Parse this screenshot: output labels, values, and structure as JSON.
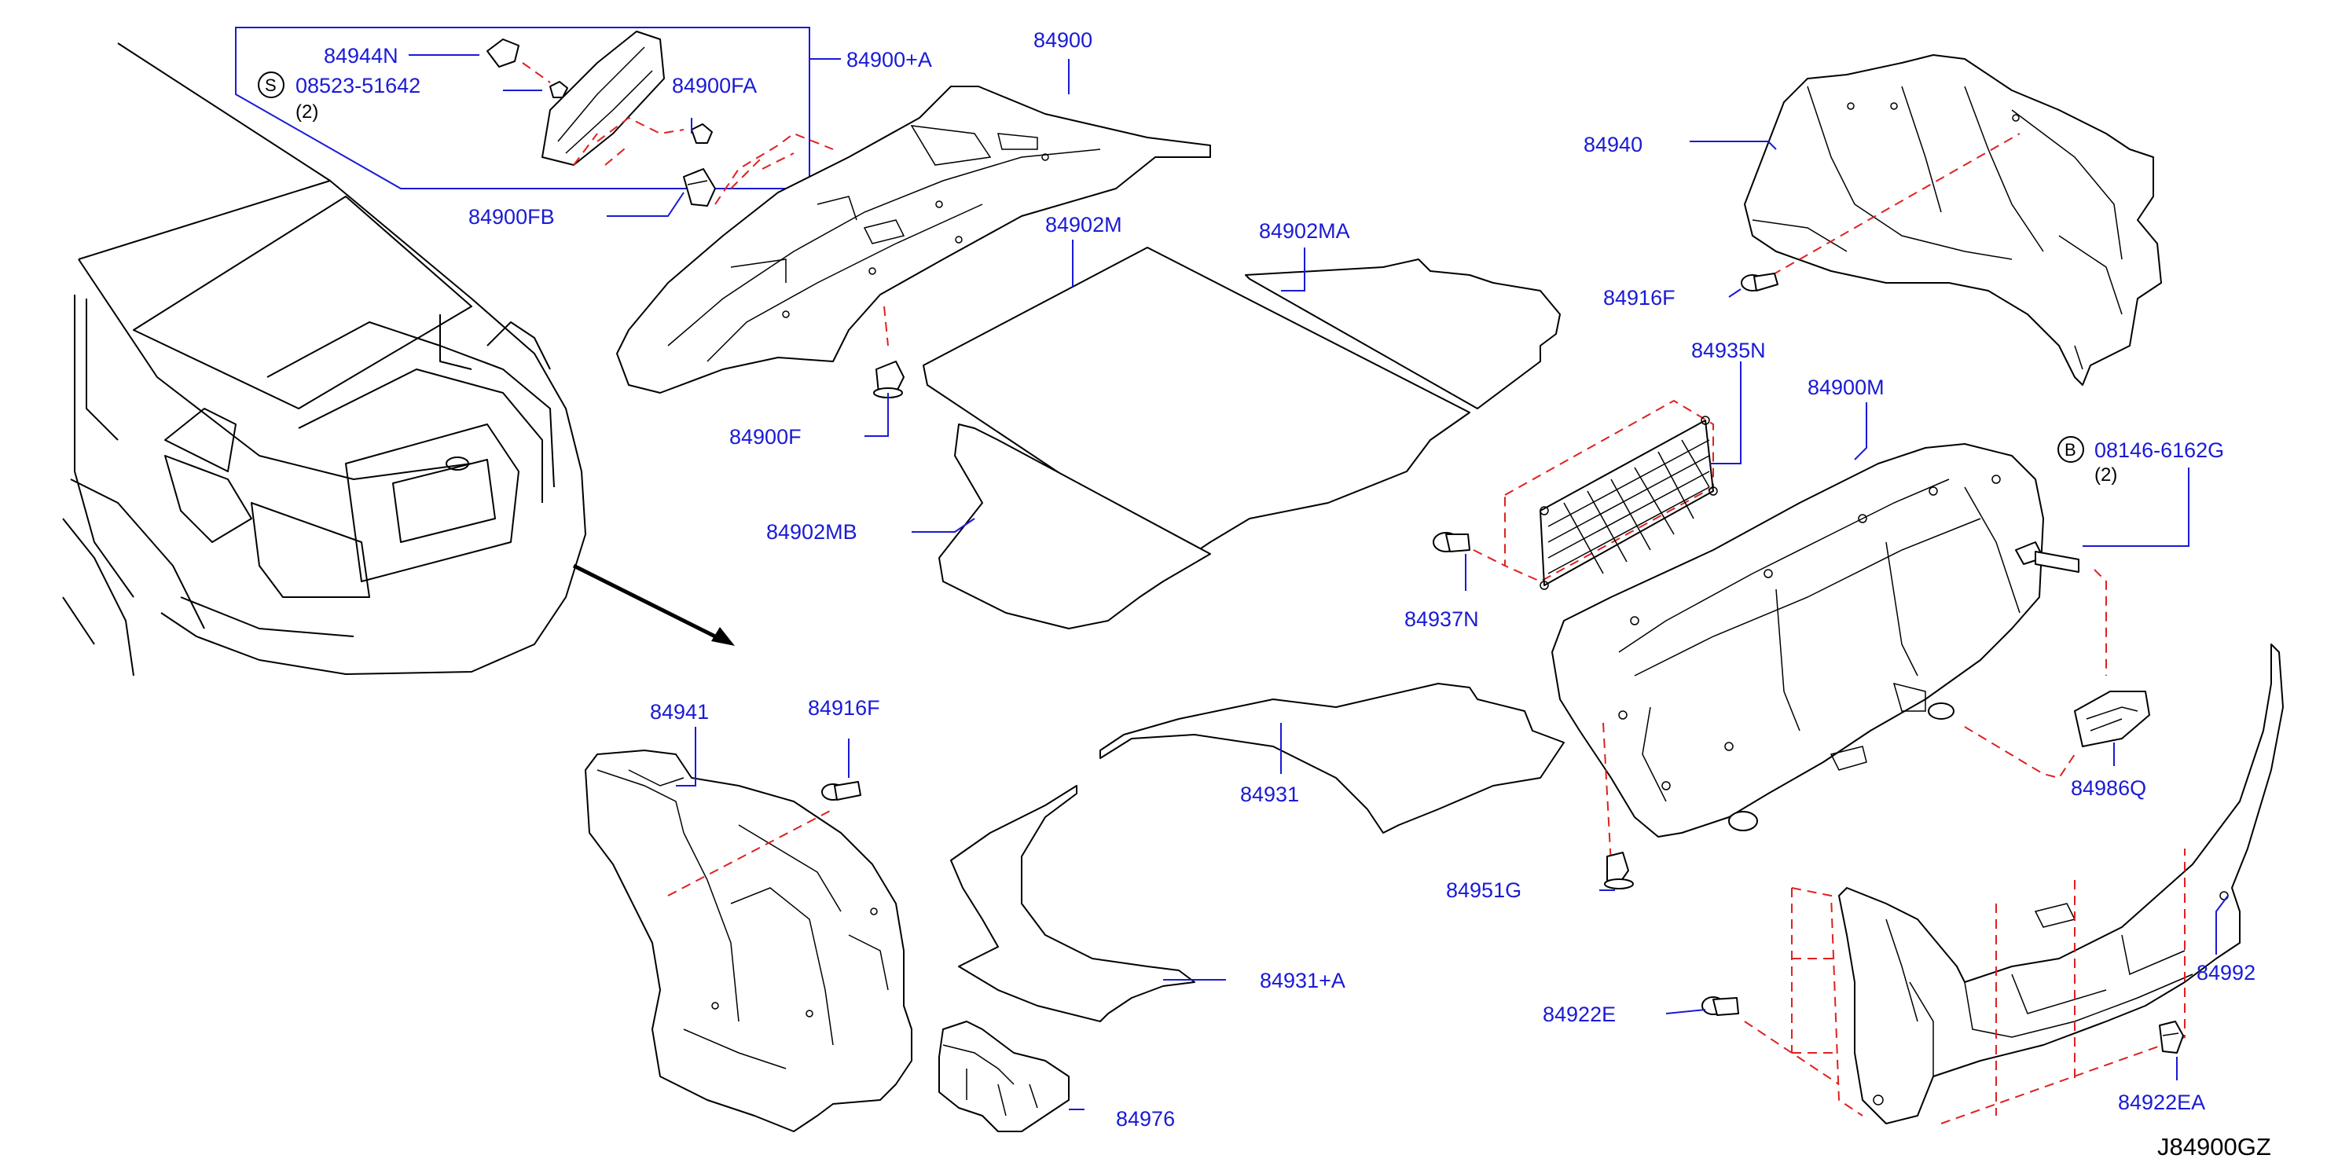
{
  "labels": {
    "p84944N": "84944N",
    "p08523": "08523-51642",
    "p08523_qty": "(2)",
    "p84900FA": "84900FA",
    "p84900A": "84900+A",
    "p84900": "84900",
    "p84900FB": "84900FB",
    "p84902M": "84902M",
    "p84902MA": "84902MA",
    "p84900F": "84900F",
    "p84902MB": "84902MB",
    "p84940": "84940",
    "p84916F_top": "84916F",
    "p84935N": "84935N",
    "p84900M": "84900M",
    "p08146": "08146-6162G",
    "p08146_qty": "(2)",
    "p84937N": "84937N",
    "p84941": "84941",
    "p84916F_bottom": "84916F",
    "p84931": "84931",
    "p84986Q": "84986Q",
    "p84951G": "84951G",
    "p84931A": "84931+A",
    "p84992": "84992",
    "p84922E": "84922E",
    "p84922EA": "84922EA",
    "p84976": "84976"
  },
  "symbols": {
    "screw_symbol": "S",
    "bolt_symbol": "B"
  },
  "diagram_code": "J84900GZ",
  "colors": {
    "label": "#1a1ad6",
    "dashed_guide": "#e02020",
    "outline": "#000000"
  }
}
